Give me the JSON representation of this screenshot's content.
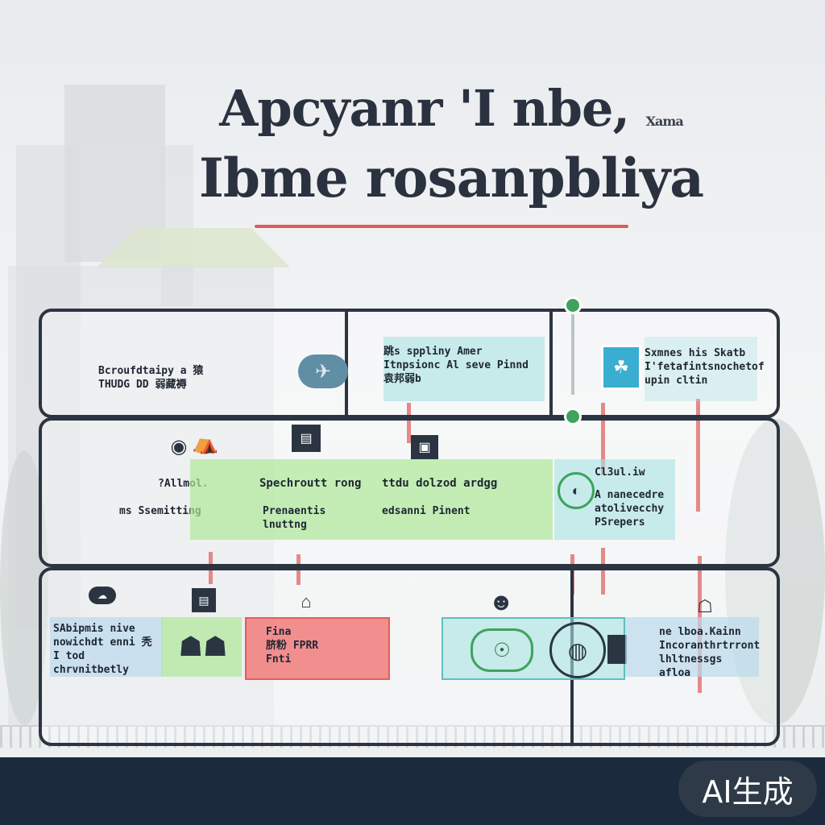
{
  "title": {
    "line1": "Apcyanr 'I nbe,",
    "line1_small": "Xama",
    "line2": "Ibme rosanpbliya"
  },
  "top_row": {
    "box1": "Bcroufdtaipy a 猿\nTHUDG DD 弱藏褥",
    "box2": "跳s sppliny Amer\nItnpsionc Al seve Pinnd\n袁邦弱b",
    "box3": "Sxmnes his Skatb\nI'fetafintsnochetof\nupin cltin"
  },
  "middle_row": {
    "label_left": "?Allmol.",
    "label_left2": "ms Ssemitting",
    "box_a_title": "Spechroutt rong",
    "box_a_body": "Prenaentis\nlnuttng",
    "box_b_title": "ttdu dolzod ardgg",
    "box_b_body": "edsanni Pinent",
    "box_c_title": "Cl3ul.iw",
    "box_c_body": "A nanecedre\natolivecchy\nPSrepers"
  },
  "bottom_row": {
    "box_left": "SAbipmis nive\nnowichdt enni 秃\nI tod chrvnitbetly",
    "box_red": "Fina\n脐粉 FPRR\nFnti",
    "box_right": "ne lboa.Kainn\nIncoranthrtrront\nlhltnessgs afloa"
  },
  "badge": "AI生成",
  "colors": {
    "panel_border": "#2b3542",
    "accent_red": "#e05a5a",
    "accent_green": "#3da35d",
    "footer": "#1b2a3d"
  }
}
